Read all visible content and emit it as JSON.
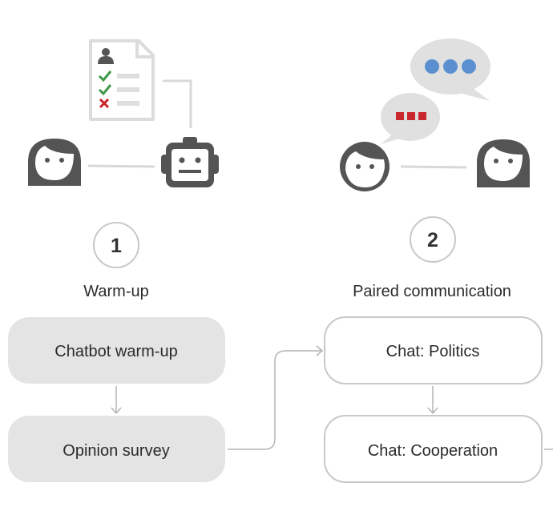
{
  "phases": [
    {
      "number": "1",
      "title": "Warm-up",
      "steps": [
        "Chatbot warm-up",
        "Opinion survey"
      ],
      "icons": [
        "survey-document-icon",
        "woman-avatar-icon",
        "robot-icon"
      ]
    },
    {
      "number": "2",
      "title": "Paired communication",
      "steps": [
        "Chat: Politics",
        "Chat: Cooperation"
      ],
      "icons": [
        "blue-speech-bubble-icon",
        "red-speech-bubble-icon",
        "man-avatar-icon",
        "woman-avatar-icon"
      ]
    }
  ],
  "colors": {
    "icon_dark": "#545454",
    "bubble_gray": "#e0e0e0",
    "dot_blue": "#5a8fd0",
    "dot_red": "#c8282d",
    "check_green": "#3f9a4a",
    "cross_red": "#c8282d",
    "filled_box": "#e4e4e4",
    "outline": "#c8c8c8",
    "connector": "#b4b4b4"
  }
}
